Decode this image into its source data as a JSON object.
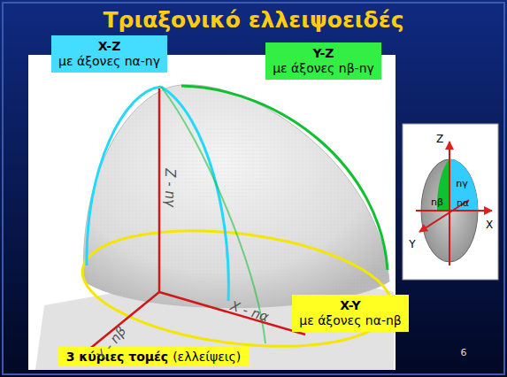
{
  "diagram": {
    "title": "Τριαξονικό ελλειψοειδές",
    "nodes": [
      {
        "text": [
          "X-Z",
          "με άξονες nα-nγ"
        ]
      },
      {
        "text": [
          "Y-Z",
          "με άξονες nβ-nγ"
        ]
      },
      {
        "text": [
          "X-Y",
          "με άξονες nα-nβ"
        ]
      },
      {
        "text": [
          "3 κύριες τομές",
          "(ελλείψεις)"
        ]
      }
    ],
    "labels": [
      "Z - nγ",
      "X - nα",
      "Y - nβ",
      "Z",
      "X",
      "Y",
      "nγ",
      "nβ",
      "nα",
      "6"
    ]
  }
}
